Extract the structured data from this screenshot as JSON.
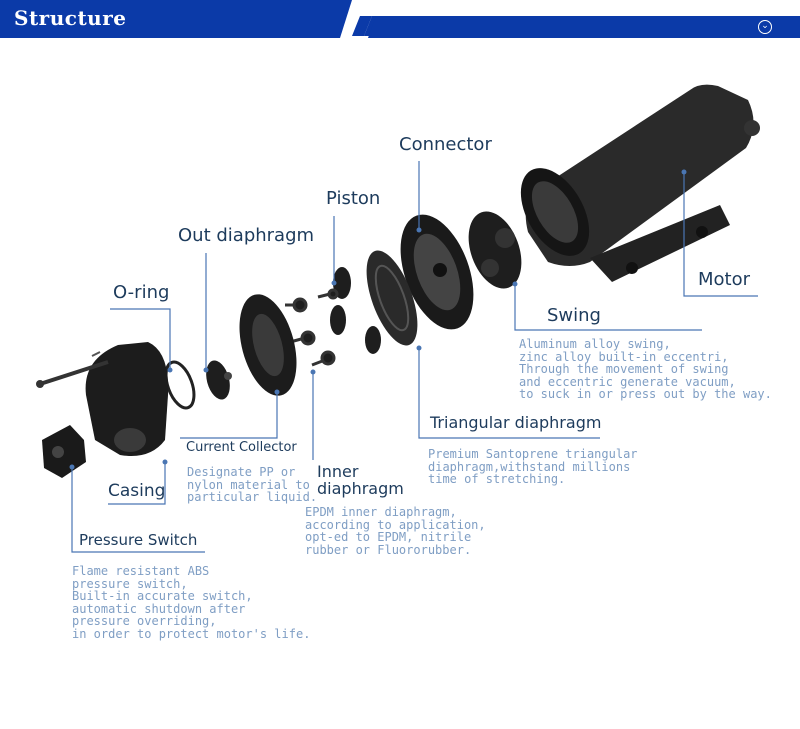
{
  "header": {
    "title": "Structure",
    "accent_color": "#0b3aa8",
    "expand_icon": "chevron-down-circle-icon"
  },
  "labels": {
    "connector": "Connector",
    "piston": "Piston",
    "out_diaphragm": "Out diaphragm",
    "o_ring": "O-ring",
    "motor": "Motor",
    "swing": "Swing",
    "triangular_diaphragm": "Triangular diaphragm",
    "current_collector": "Current Collector",
    "inner_diaphragm": "Inner\ndiaphragm",
    "casing": "Casing",
    "pressure_switch": "Pressure Switch"
  },
  "descriptions": {
    "swing": "Aluminum alloy swing,\nzinc alloy built-in eccentri,\nThrough the movement of swing\nand eccentric generate vacuum,\nto suck in or press out by the way.",
    "triangular_diaphragm": "Premium Santoprene triangular\ndiaphragm,withstand millions\ntime of stretching.",
    "current_collector": "Designate PP or\nnylon material to\nparticular liquid.",
    "inner_diaphragm": "EPDM inner diaphragm,\naccording to application,\nopt-ed to EPDM, nitrile\nrubber or Fluororubber.",
    "pressure_switch": "Flame resistant ABS\npressure switch,\nBuilt-in accurate switch,\nautomatic shutdown after\npressure overriding,\nin order to protect motor's life."
  },
  "colors": {
    "label_text": "#1d3b5c",
    "description_text": "#7f9ec4",
    "leader_line": "#4a76b3",
    "part_fill": "#1e1e1e"
  }
}
